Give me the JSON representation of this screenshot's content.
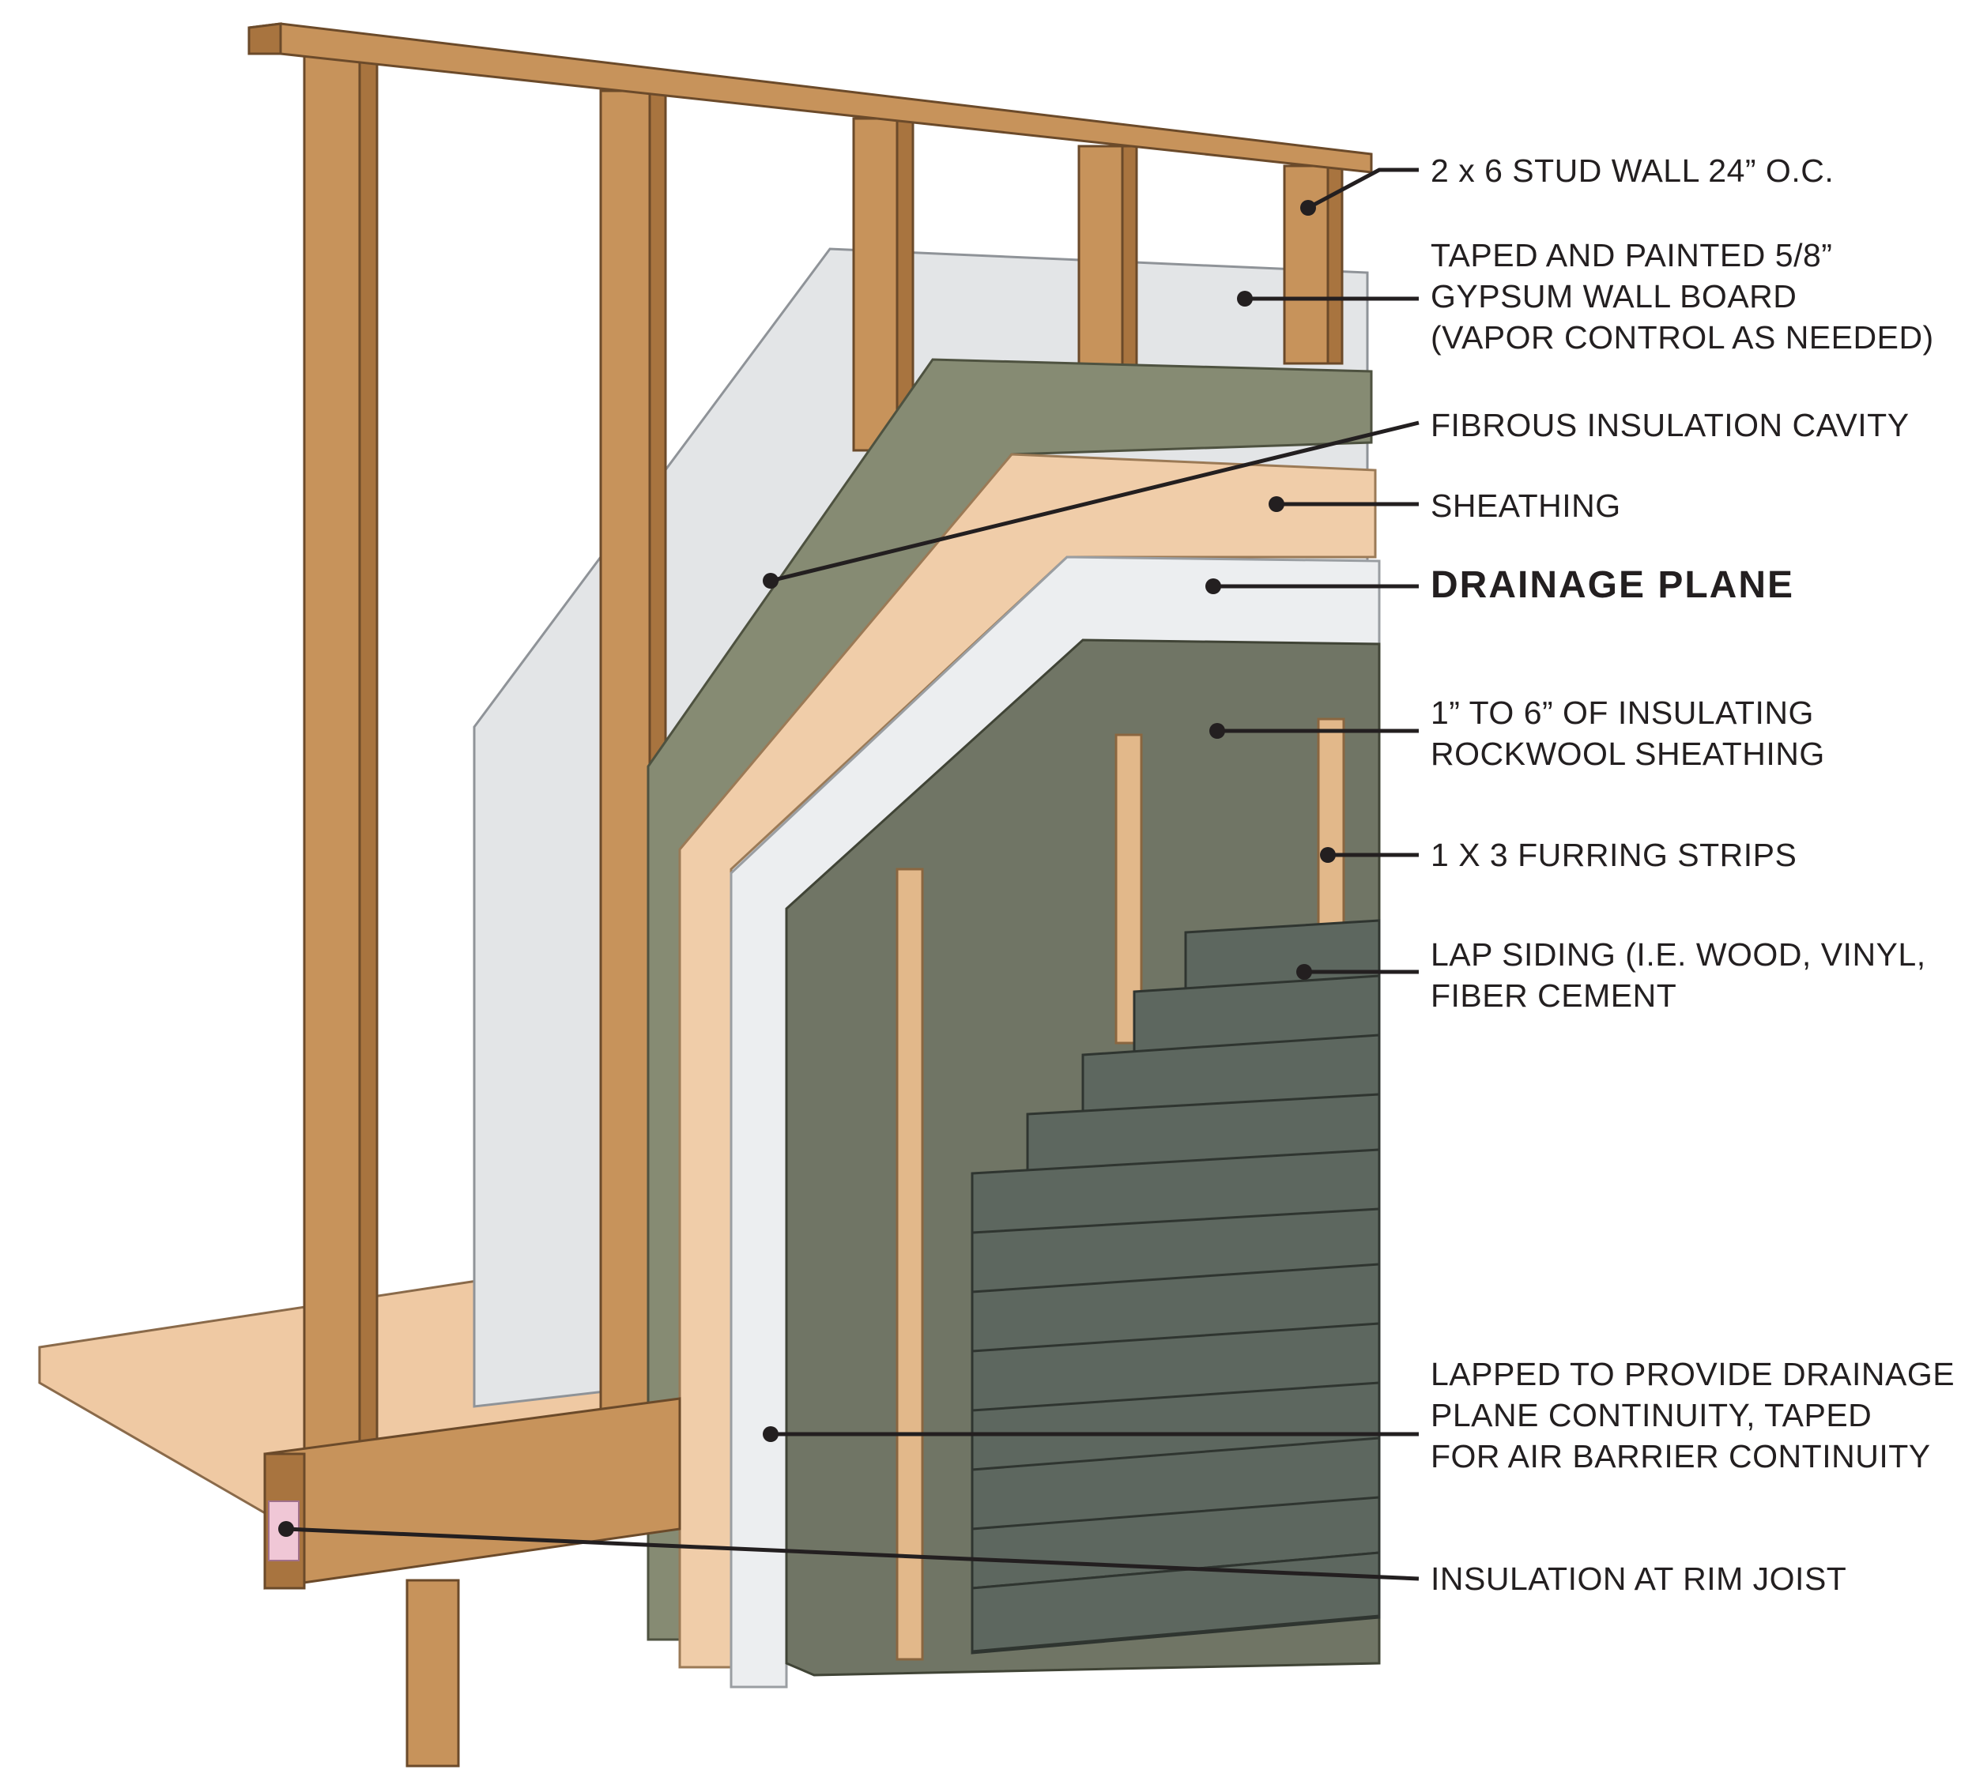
{
  "diagram": {
    "colors": {
      "stud_wood": "#c7935b",
      "stud_wood_dark": "#a8743f",
      "gypsum": "#e3e5e7",
      "fibrous_insulation": "#868b73",
      "sheathing": "#f0cda9",
      "drainage_plane": "#eceef0",
      "rockwool": "#707565",
      "furring": "#e2b88a",
      "lap_siding": "#5d675f",
      "floor_deck": "#efc9a3",
      "rim_insulation": "#f0c7d6",
      "leader_line": "#231f20"
    },
    "callouts": [
      {
        "id": "stud-wall",
        "lines": [
          "2 x 6 STUD WALL 24” O.C."
        ]
      },
      {
        "id": "gypsum",
        "lines": [
          "TAPED AND PAINTED 5/8”",
          "GYPSUM WALL BOARD",
          "(VAPOR CONTROL AS NEEDED)"
        ]
      },
      {
        "id": "fibrous-insulation",
        "lines": [
          "FIBROUS INSULATION CAVITY"
        ]
      },
      {
        "id": "sheathing",
        "lines": [
          "SHEATHING"
        ]
      },
      {
        "id": "drainage-plane",
        "lines": [
          "DRAINAGE PLANE"
        ]
      },
      {
        "id": "rockwool",
        "lines": [
          "1” TO 6” OF INSULATING",
          "ROCKWOOL SHEATHING"
        ]
      },
      {
        "id": "furring",
        "lines": [
          "1 X 3 FURRING STRIPS"
        ]
      },
      {
        "id": "lap-siding",
        "lines": [
          "LAP SIDING (I.E. WOOD, VINYL,",
          "FIBER CEMENT"
        ]
      },
      {
        "id": "lapped",
        "lines": [
          "LAPPED TO PROVIDE DRAINAGE",
          "PLANE CONTINUITY, TAPED",
          "FOR AIR BARRIER CONTINUITY"
        ]
      },
      {
        "id": "rim-joist",
        "lines": [
          "INSULATION AT RIM JOIST"
        ]
      }
    ]
  }
}
